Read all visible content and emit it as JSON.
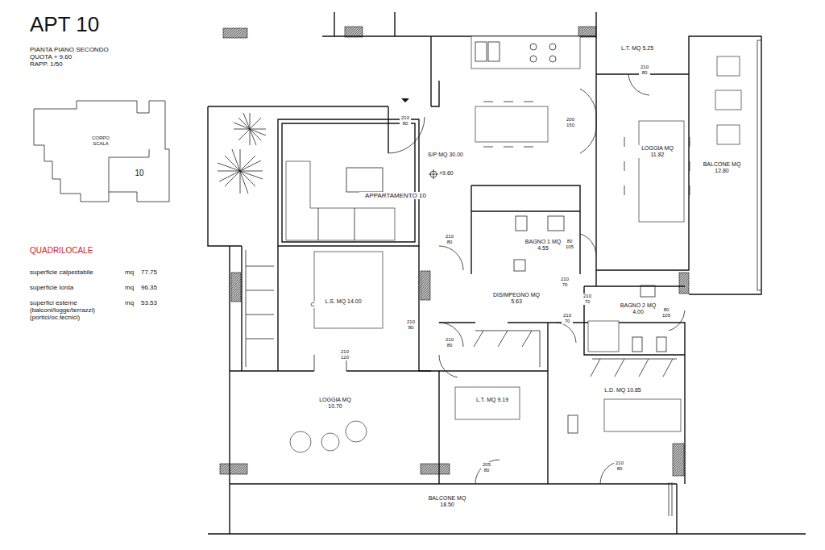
{
  "diagram": {
    "title": "APT 10",
    "labels": [
      "PIANTA PIANO SECONDO",
      "QUOTA + 9.60",
      "RAPP. 1/50",
      "CORPO SCALA",
      "10",
      "QUADRILOCALE",
      "superficie calpestabile",
      "mq",
      "77.75",
      "superficie lorda",
      "mq",
      "96.35",
      "superfici esterne (balconi/logge/terrazzi) (portici/oc.tecnici)",
      "mq",
      "53.53",
      "L.T. MQ 5.25",
      "LOGGIA MQ 11.82",
      "BALCONE MQ 12.80",
      "S/P MQ 30.00",
      "+9.60",
      "APPARTAMENTO 10",
      "BAGNO 1 MQ 4.55",
      "DISIMPEGNO MQ 5.63",
      "BAGNO 2 MQ 4.00",
      "L.S. MQ 14.00",
      "LOGGIA MQ 10.70",
      "L.T. MQ 9.19",
      "L.D. MQ 10.85",
      "BALCONE MQ 18.50",
      "C",
      "210 80",
      "200 150",
      "210 80",
      "210 80",
      "80 105",
      "210 70",
      "210 70",
      "210 80",
      "210 80",
      "210 70",
      "80 105",
      "210 120",
      "205 80",
      "210 80"
    ]
  }
}
